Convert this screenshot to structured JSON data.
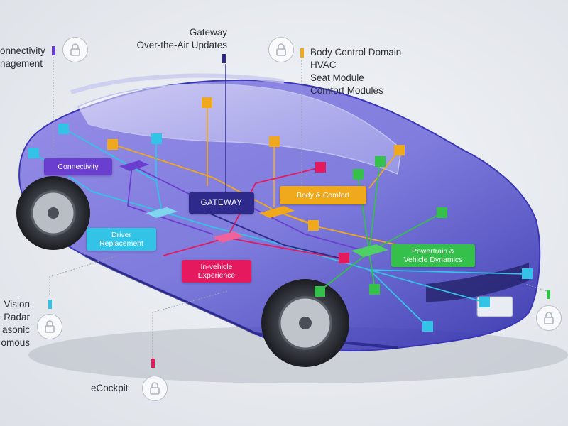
{
  "texts": {
    "connectivity_mgmt": [
      "onnectivity",
      "nagement"
    ],
    "gateway_ota": [
      "Gateway",
      "Over-the-Air Updates"
    ],
    "body_control": [
      "Body Control Domain",
      "HVAC",
      "Seat Module",
      "Comfort Modules"
    ],
    "sensors": [
      "Vision",
      "Radar",
      "asonic",
      "omous"
    ],
    "ecockpit": "eCockpit"
  },
  "boxes": {
    "connectivity": "Connectivity",
    "gateway": "GATEWAY",
    "body_comfort": "Body & Comfort",
    "driver_replacement": [
      "Driver",
      "Replacement"
    ],
    "in_vehicle": [
      "In-vehicle",
      "Experience"
    ],
    "powertrain": [
      "Powertrain &",
      "Vehicle Dynamics"
    ]
  },
  "colors": {
    "connectivity": "#6a3fd0",
    "gateway": "#2d2a8c",
    "body_comfort": "#f0a81c",
    "driver": "#33c3e6",
    "invehicle": "#e5195e",
    "powertrain": "#34c04a"
  }
}
